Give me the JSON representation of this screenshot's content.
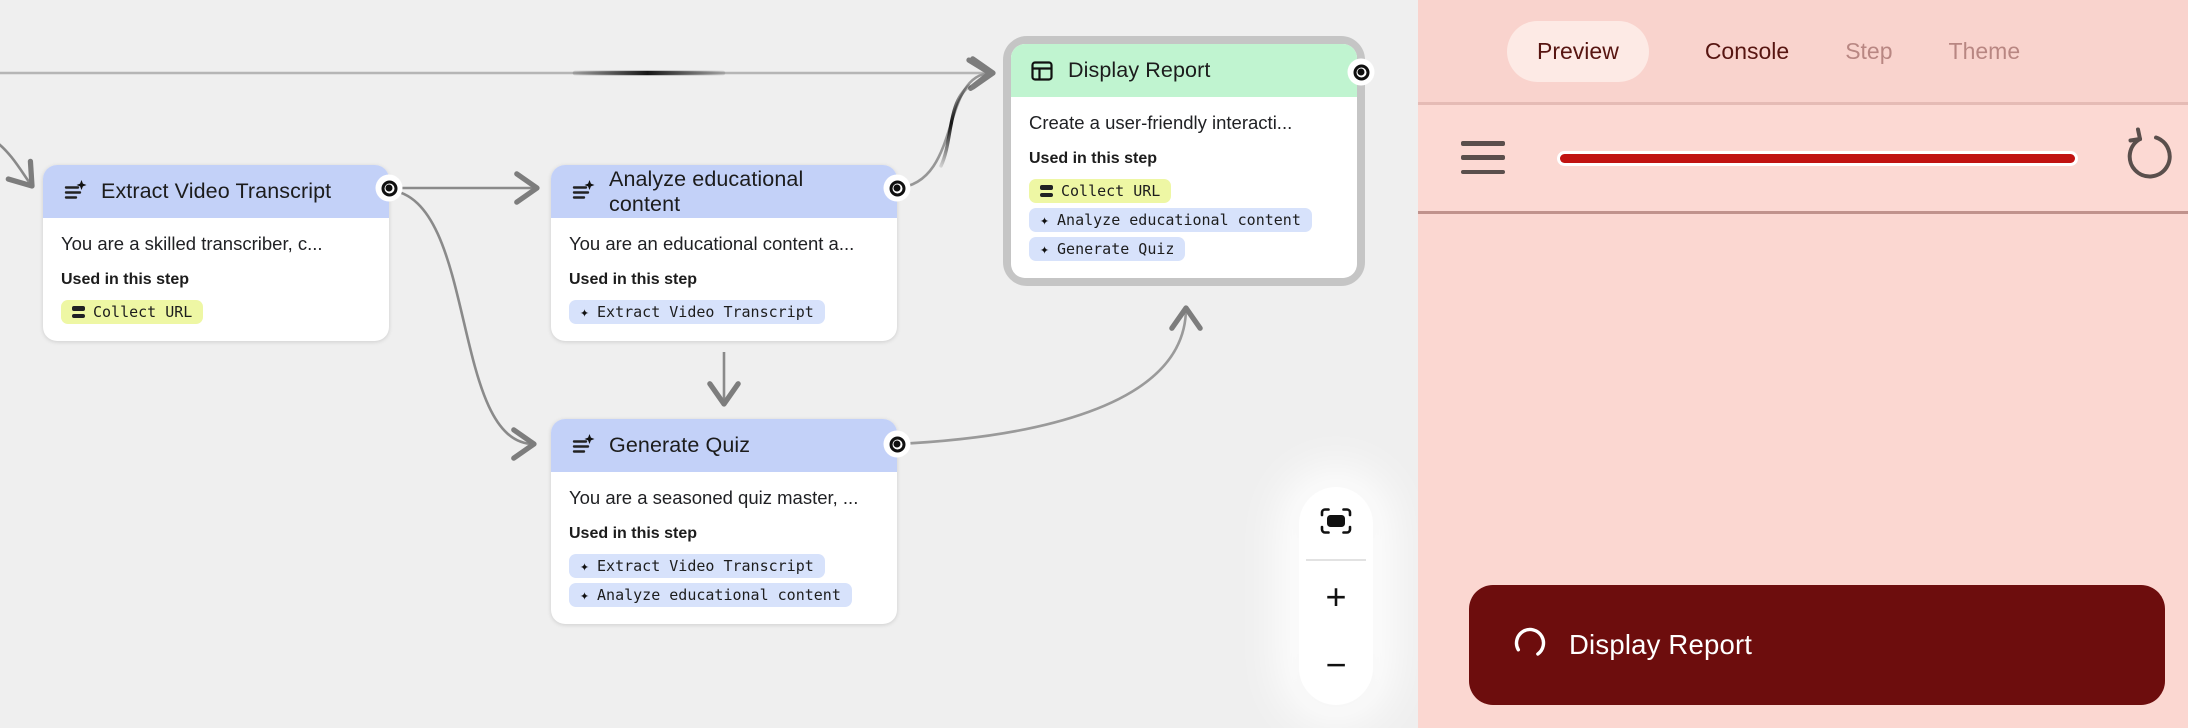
{
  "canvas": {
    "used_in_step_label": "Used in this step",
    "nodes": [
      {
        "id": "extract-video-transcript",
        "title": "Extract Video Transcript",
        "icon": "magic-write-icon",
        "prompt_preview": "You are a skilled transcriber, c...",
        "chips": [
          {
            "label": "Collect URL",
            "icon": "list-bars-icon",
            "color": "yellow"
          }
        ]
      },
      {
        "id": "analyze-educational-content",
        "title": "Analyze educational content",
        "icon": "magic-write-icon",
        "prompt_preview": "You are an educational content a...",
        "chips": [
          {
            "label": "Extract Video Transcript",
            "icon": "sparkle-icon",
            "color": "blue"
          }
        ]
      },
      {
        "id": "generate-quiz",
        "title": "Generate Quiz",
        "icon": "magic-write-icon",
        "prompt_preview": "You are a seasoned quiz master, ...",
        "chips": [
          {
            "label": "Extract Video Transcript",
            "icon": "sparkle-icon",
            "color": "blue"
          },
          {
            "label": "Analyze educational content",
            "icon": "sparkle-icon",
            "color": "blue"
          }
        ]
      },
      {
        "id": "display-report",
        "title": "Display Report",
        "icon": "report-layout-icon",
        "selected": true,
        "prompt_preview": "Create a user-friendly interacti...",
        "chips": [
          {
            "label": "Collect URL",
            "icon": "list-bars-icon",
            "color": "yellow"
          },
          {
            "label": "Analyze educational content",
            "icon": "sparkle-icon",
            "color": "blue"
          },
          {
            "label": "Generate Quiz",
            "icon": "sparkle-icon",
            "color": "blue"
          }
        ]
      }
    ],
    "zoom_controls": {
      "fit_icon": "fit-screen-icon",
      "zoom_in_label": "+",
      "zoom_out_label": "−"
    }
  },
  "panel": {
    "tabs": [
      {
        "label": "Preview",
        "active": true
      },
      {
        "label": "Console",
        "active": false
      },
      {
        "label": "Step",
        "active": false,
        "muted": true
      },
      {
        "label": "Theme",
        "active": false,
        "muted": true
      }
    ],
    "toolbar": {
      "menu_icon": "hamburger-menu-icon",
      "refresh_icon": "refresh-icon"
    },
    "report_card": {
      "label": "Display Report",
      "status_icon": "loading-spinner-icon"
    }
  },
  "colors": {
    "canvas_bg": "#efefef",
    "node_header_blue": "#c3d1f8",
    "node_header_green": "#c0f4d0",
    "chip_yellow": "#eef7a4",
    "chip_blue": "#d7e2fb",
    "selection_ring": "#c5c5c5",
    "edge_gray": "#8a8a8a",
    "panel_bg": "#fbd7d1",
    "tab_bar_bg": "#f9d3cd",
    "tab_active_bg": "#fdeae5",
    "tab_text": "#571511",
    "progress_red": "#c11311",
    "report_card_maroon": "#6d0d0d"
  }
}
